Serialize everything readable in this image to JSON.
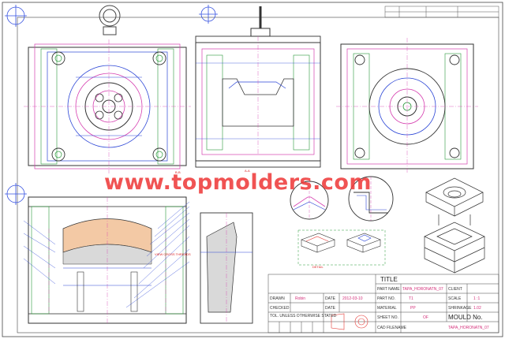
{
  "watermark": "www.topmolders.com",
  "colors": {
    "magenta": "#d63fb0",
    "blue": "#2b45d6",
    "green": "#2a9a3a",
    "red": "#e53935",
    "dark": "#222222",
    "gray": "#777777",
    "wm_red": "#ee3b3b",
    "paper": "#ffffff"
  },
  "title_block": {
    "title_label": "TITLE",
    "part_name_label": "PART NAME",
    "part_name_value": "TAPA_HORONATN_07",
    "client_label": "CLIENT",
    "drawn_label": "DRAWN",
    "drawn_by": "Robin",
    "date_label": "DATE",
    "date_value": "2012-03-10",
    "part_no_label": "PART NO.",
    "part_no_value": "T1",
    "scale_label": "SCALE",
    "scale_value": "1 :1",
    "checked_label": "CHECKED",
    "material_label": "MATERIAL",
    "material_value": "PP",
    "shrinkage_label": "SHRINKAGE",
    "shrinkage_value": "1.02",
    "sheet_no_label": "SHEET NO.",
    "sheet_no_value": "OF",
    "mould_no_label": "MOULD No.",
    "mould_no_value": "TAPA_HORONATN_07",
    "cad_label": "CAD FILENAME",
    "tolerance_label": "TOL. UNLESS OTHERWISE STATED"
  },
  "detail_labels": {
    "section_b": "B-B",
    "section_a": "A-A",
    "view_note": "VIEW CROSS THREADS",
    "detail_note": "DETAIL"
  }
}
